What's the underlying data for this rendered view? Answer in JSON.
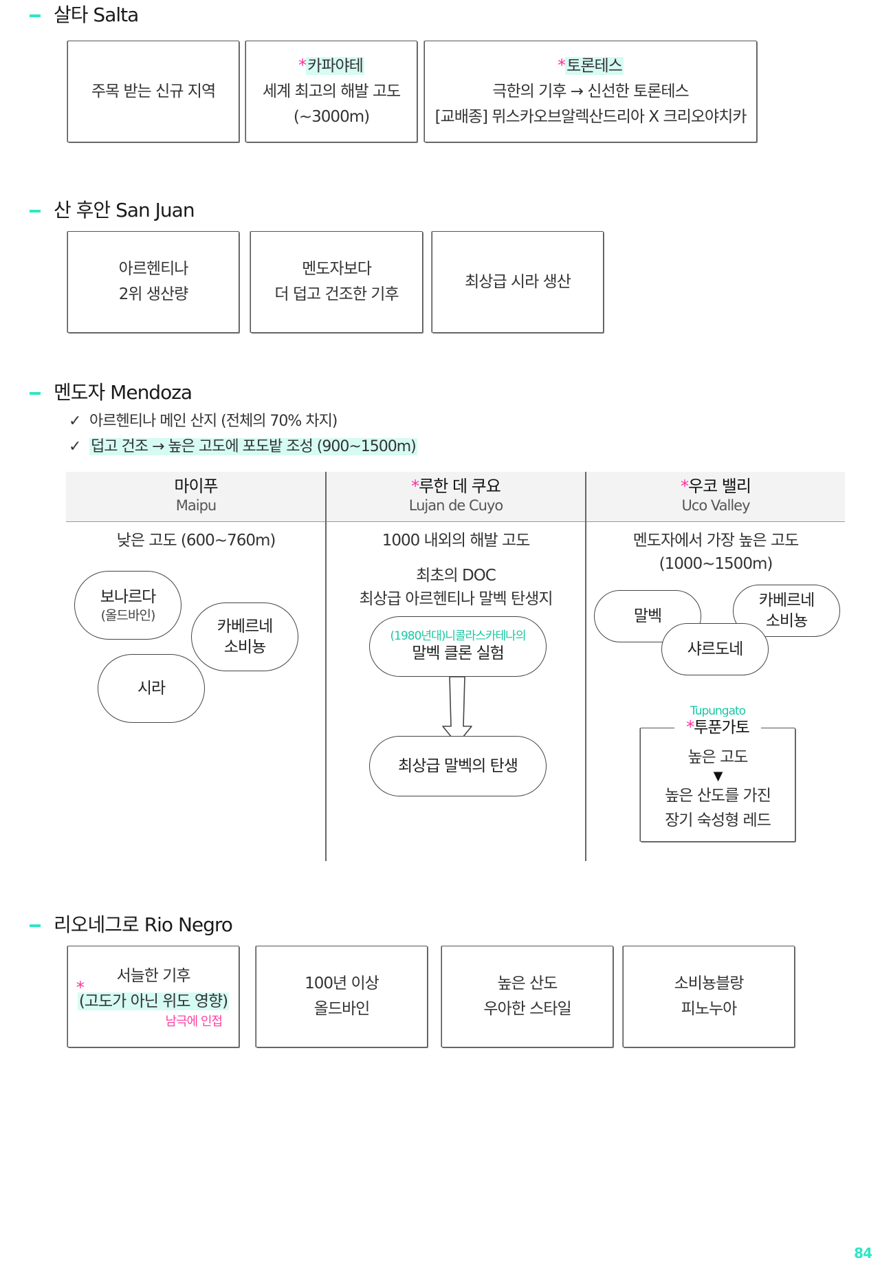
{
  "salta": {
    "title": "살타 Salta",
    "box1": "주목 받는 신규 지역",
    "box2": {
      "star": "*",
      "title": "카파야테",
      "line1": "세계 최고의 해발 고도",
      "line2": "(~3000m)"
    },
    "box3": {
      "star": "*",
      "title": "토론테스",
      "line1": "극한의 기후 → 신선한 토론테스",
      "line2": "[교배종] 뮈스카오브알렉산드리아 X 크리오야치카"
    }
  },
  "san_juan": {
    "title": "산 후안 San Juan",
    "box1": {
      "line1": "아르헨티나",
      "line2": "2위 생산량"
    },
    "box2": {
      "line1": "멘도자보다",
      "line2": "더 덥고 건조한 기후"
    },
    "box3": "최상급 시라 생산"
  },
  "mendoza": {
    "title": "멘도자 Mendoza",
    "check_mark": "✓",
    "check1": "아르헨티나 메인 산지 (전체의 70% 차지)",
    "check2": "덥고 건조 → 높은 고도에 포도밭 조성 (900~1500m)",
    "maipu": {
      "kr": "마이푸",
      "en": "Maipu",
      "alt": "낮은 고도 (600~760m)",
      "bonarda": "보나르다",
      "bonarda_sub": "(올드바인)",
      "cabernet1": "카베르네",
      "cabernet2": "소비뇽",
      "syrah": "시라"
    },
    "lujan": {
      "star": "*",
      "kr": "루한 데 쿠요",
      "en": "Lujan de Cuyo",
      "alt": "1000 내외의 해발 고도",
      "doc1": "최초의 DOC",
      "doc2": "최상급 아르헨티나 말벡 탄생지",
      "clone_sub": "(1980년대)니콜라스카테나의",
      "clone": "말벡 클론 실험",
      "birth": "최상급 말벡의 탄생"
    },
    "uco": {
      "star": "*",
      "kr": "우코 밸리",
      "en": "Uco Valley",
      "alt1": "멘도자에서 가장 높은 고도",
      "alt2": "(1000~1500m)",
      "malbec": "말벡",
      "chardonnay": "샤르도네",
      "cab1": "카베르네",
      "cab2": "소비뇽",
      "tup_en": "Tupungato",
      "tup_star": "*",
      "tup_kr": "투푼가토",
      "tup_line1": "높은 고도",
      "tup_arrow": "▼",
      "tup_line2": "높은 산도를 가진",
      "tup_line3": "장기 숙성형 레드"
    }
  },
  "rio_negro": {
    "title": "리오네그로 Rio Negro",
    "box1": {
      "line1": "서늘한 기후",
      "star": "*",
      "line2": "(고도가 아닌 위도 영향)",
      "note": "남극에 인접"
    },
    "box2": {
      "line1": "100년 이상",
      "line2": "올드바인"
    },
    "box3": {
      "line1": "높은 산도",
      "line2": "우아한 스타일"
    },
    "box4": {
      "line1": "소비뇽블랑",
      "line2": "피노누아"
    }
  },
  "page_number": "84",
  "colors": {
    "accent": "#2ee6c4",
    "highlight": "#d6fbf3",
    "star": "#ff2fa0",
    "teal_text": "#19c7a3"
  }
}
